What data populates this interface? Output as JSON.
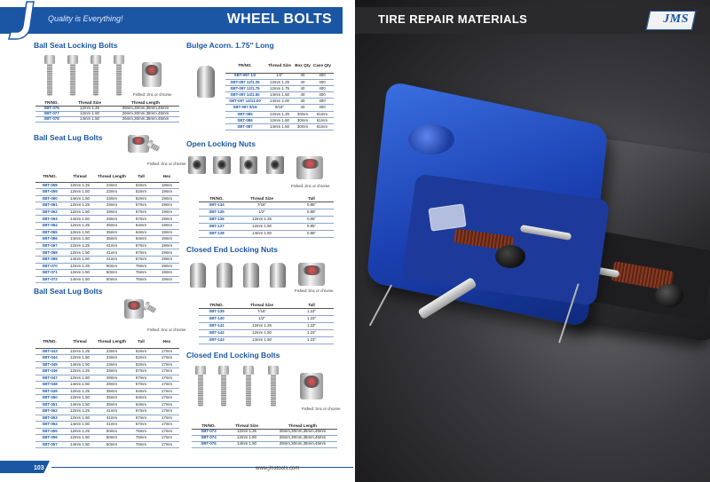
{
  "header": {
    "tagline": "Quality is Everything!",
    "title": "WHEEL BOLTS"
  },
  "right_header": {
    "title": "TIRE REPAIR MATERIALS",
    "logo_text": "JMS"
  },
  "finish_note": "Fished: zinc or chrome",
  "ball_seat_locking_bolts": {
    "title": "Ball Seat Locking Bolts",
    "columns": [
      "TR/NO.",
      "Thread Size",
      "Thread Length"
    ],
    "rows": [
      [
        "SBT-076",
        "12mm 1.25",
        "26mm,30mm,35mm,45mm"
      ],
      [
        "SBT-077",
        "12mm 1.50",
        "26mm,30mm,35mm,45mm"
      ],
      [
        "SBT-078",
        "14mm 1.50",
        "26mm,30mm,35mm,45mm"
      ]
    ]
  },
  "ball_seat_lug_bolts_1": {
    "title": "Ball Seat Lug Bolts",
    "columns": [
      "TR/NO.",
      "Thread",
      "Thread Length",
      "Tall",
      "Hex"
    ],
    "rows": [
      [
        "SBT-058",
        "12mm 1.25",
        "23mm",
        "52mm",
        "19mm"
      ],
      [
        "SBT-059",
        "12mm 1.50",
        "23mm",
        "52mm",
        "19mm"
      ],
      [
        "SBT-060",
        "14mm 1.50",
        "23mm",
        "52mm",
        "19mm"
      ],
      [
        "SBT-061",
        "12mm 1.25",
        "28mm",
        "57mm",
        "19mm"
      ],
      [
        "SBT-062",
        "12mm 1.50",
        "28mm",
        "57mm",
        "19mm"
      ],
      [
        "SBT-063",
        "14mm 1.50",
        "28mm",
        "57mm",
        "19mm"
      ],
      [
        "SBT-064",
        "12mm 1.25",
        "35mm",
        "64mm",
        "19mm"
      ],
      [
        "SBT-065",
        "12mm 1.50",
        "35mm",
        "64mm",
        "19mm"
      ],
      [
        "SBT-066",
        "14mm 1.50",
        "35mm",
        "64mm",
        "19mm"
      ],
      [
        "SBT-067",
        "12mm 1.25",
        "41mm",
        "67mm",
        "19mm"
      ],
      [
        "SBT-068",
        "12mm 1.50",
        "41mm",
        "67mm",
        "19mm"
      ],
      [
        "SBT-069",
        "14mm 1.50",
        "41mm",
        "67mm",
        "19mm"
      ],
      [
        "SBT-070",
        "12mm 1.25",
        "50mm",
        "76mm",
        "19mm"
      ],
      [
        "SBT-071",
        "12mm 1.50",
        "50mm",
        "76mm",
        "19mm"
      ],
      [
        "SBT-072",
        "14mm 1.50",
        "50mm",
        "76mm",
        "19mm"
      ]
    ]
  },
  "ball_seat_lug_bolts_2": {
    "title": "Ball Seat Lug Bolts",
    "columns": [
      "TR/NO.",
      "Thread",
      "Thread Length",
      "Tall",
      "Hex"
    ],
    "rows": [
      [
        "SBT-043",
        "12mm 1.25",
        "23mm",
        "52mm",
        "17mm"
      ],
      [
        "SBT-044",
        "12mm 1.50",
        "23mm",
        "52mm",
        "17mm"
      ],
      [
        "SBT-045",
        "14mm 1.50",
        "23mm",
        "52mm",
        "17mm"
      ],
      [
        "SBT-046",
        "12mm 1.25",
        "28mm",
        "57mm",
        "17mm"
      ],
      [
        "SBT-047",
        "12mm 1.50",
        "28mm",
        "57mm",
        "17mm"
      ],
      [
        "SBT-048",
        "14mm 1.50",
        "28mm",
        "57mm",
        "17mm"
      ],
      [
        "SBT-049",
        "12mm 1.25",
        "35mm",
        "64mm",
        "17mm"
      ],
      [
        "SBT-050",
        "12mm 1.50",
        "35mm",
        "64mm",
        "17mm"
      ],
      [
        "SBT-051",
        "14mm 1.50",
        "35mm",
        "64mm",
        "17mm"
      ],
      [
        "SBT-052",
        "12mm 1.25",
        "41mm",
        "67mm",
        "17mm"
      ],
      [
        "SBT-053",
        "12mm 1.50",
        "41mm",
        "67mm",
        "17mm"
      ],
      [
        "SBT-054",
        "14mm 1.50",
        "41mm",
        "67mm",
        "17mm"
      ],
      [
        "SBT-055",
        "12mm 1.25",
        "50mm",
        "76mm",
        "17mm"
      ],
      [
        "SBT-056",
        "12mm 1.50",
        "50mm",
        "76mm",
        "17mm"
      ],
      [
        "SBT-057",
        "14mm 1.50",
        "50mm",
        "76mm",
        "17mm"
      ]
    ]
  },
  "bulge_acorn": {
    "title": "Bulge Acorn. 1.75\" Long",
    "columns": [
      "TR/NO.",
      "Thread Size",
      "Box Qty",
      "Case Qty"
    ],
    "rows": [
      [
        "SBT-097 1/2",
        "1/2\"",
        "40",
        "400"
      ],
      [
        "SBT-097 12/1.25",
        "12mm 1.25",
        "40",
        "400"
      ],
      [
        "SBT-097 12/1.75",
        "12mm 1.75",
        "40",
        "400"
      ],
      [
        "SBT-097 14/1.50",
        "14mm 1.50",
        "40",
        "400"
      ],
      [
        "SBT-097 14/12.00",
        "14mm 2.00",
        "40",
        "400"
      ],
      [
        "SBT-097 9/16",
        "9/16\"",
        "40",
        "400"
      ],
      [
        "SBT-085",
        "12mm 1.25",
        "30mm",
        "61mm"
      ],
      [
        "SBT-086",
        "12mm 1.50",
        "30mm",
        "61mm"
      ],
      [
        "SBT-087",
        "14mm 1.50",
        "30mm",
        "61mm"
      ]
    ]
  },
  "open_locking_nuts": {
    "title": "Open Locking Nuts",
    "columns": [
      "TR/NO.",
      "Thread Size",
      "Tall"
    ],
    "rows": [
      [
        "SBT-134",
        "7/16\"",
        "0.85\""
      ],
      [
        "SBT-135",
        "1/2\"",
        "0.85\""
      ],
      [
        "SBT-136",
        "12mm 1.25",
        "0.85\""
      ],
      [
        "SBT-137",
        "12mm 1.50",
        "0.85\""
      ],
      [
        "SBT-138",
        "14mm 1.50",
        "0.85\""
      ]
    ]
  },
  "closed_end_locking_nuts": {
    "title": "Closed End Locking Nuts",
    "columns": [
      "TR/NO.",
      "Thread Size",
      "Tall"
    ],
    "rows": [
      [
        "SBT-139",
        "7/16\"",
        "1.23\""
      ],
      [
        "SBT-140",
        "1/2\"",
        "1.23\""
      ],
      [
        "SBT-141",
        "12mm 1.25",
        "1.23\""
      ],
      [
        "SBT-142",
        "12mm 1.50",
        "1.23\""
      ],
      [
        "SBT-143",
        "14mm 1.50",
        "1.23\""
      ]
    ]
  },
  "closed_end_locking_bolts": {
    "title": "Closed End Locking Bolts",
    "columns": [
      "TR/NO.",
      "Thread Size",
      "Thread Length"
    ],
    "rows": [
      [
        "SBT-073",
        "12mm 1.25",
        "26mm,30mm,35mm,45mm"
      ],
      [
        "SBT-074",
        "12mm 1.50",
        "26mm,30mm,35mm,45mm"
      ],
      [
        "SBT-075",
        "14mm 1.50",
        "26mm,30mm,35mm,45mm"
      ]
    ]
  },
  "footer": {
    "page_number": "103",
    "website": "www.jmstools.com"
  }
}
